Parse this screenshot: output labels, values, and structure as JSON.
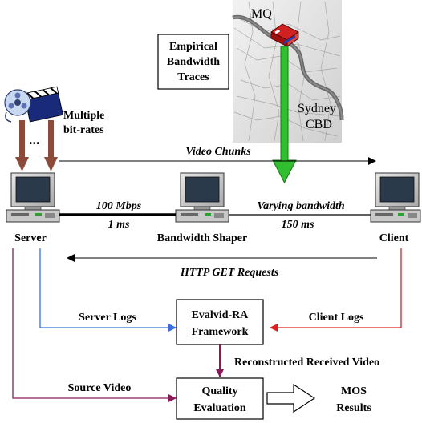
{
  "map": {
    "label_mq": "MQ",
    "label_city_1": "Sydney",
    "label_city_2": "CBD"
  },
  "traces_box": {
    "line1": "Empirical",
    "line2": "Bandwidth",
    "line3": "Traces"
  },
  "bitrates": {
    "line1": "Multiple",
    "line2": "bit-rates",
    "dots": "..."
  },
  "video_chunks_label": "Video Chunks",
  "link_server_shaper": {
    "speed": "100 Mbps",
    "latency": "1 ms"
  },
  "link_shaper_client": {
    "speed": "Varying bandwidth",
    "latency": "150 ms"
  },
  "nodes": {
    "server": "Server",
    "shaper": "Bandwidth Shaper",
    "client": "Client"
  },
  "http_get_label": "HTTP GET Requests",
  "server_logs_label": "Server Logs",
  "client_logs_label": "Client Logs",
  "evalvid_box": {
    "line1": "Evalvid-RA",
    "line2": "Framework"
  },
  "reconstructed_label": "Reconstructed Received Video",
  "source_video_label": "Source Video",
  "quality_box": {
    "line1": "Quality",
    "line2": "Evaluation"
  },
  "mos": {
    "line1": "MOS",
    "line2": "Results"
  },
  "colors": {
    "brown": "#8b4a3a",
    "green": "#2fbf2f",
    "blue": "#3a6fd8",
    "red": "#e02020",
    "purple": "#8b1a5a"
  }
}
